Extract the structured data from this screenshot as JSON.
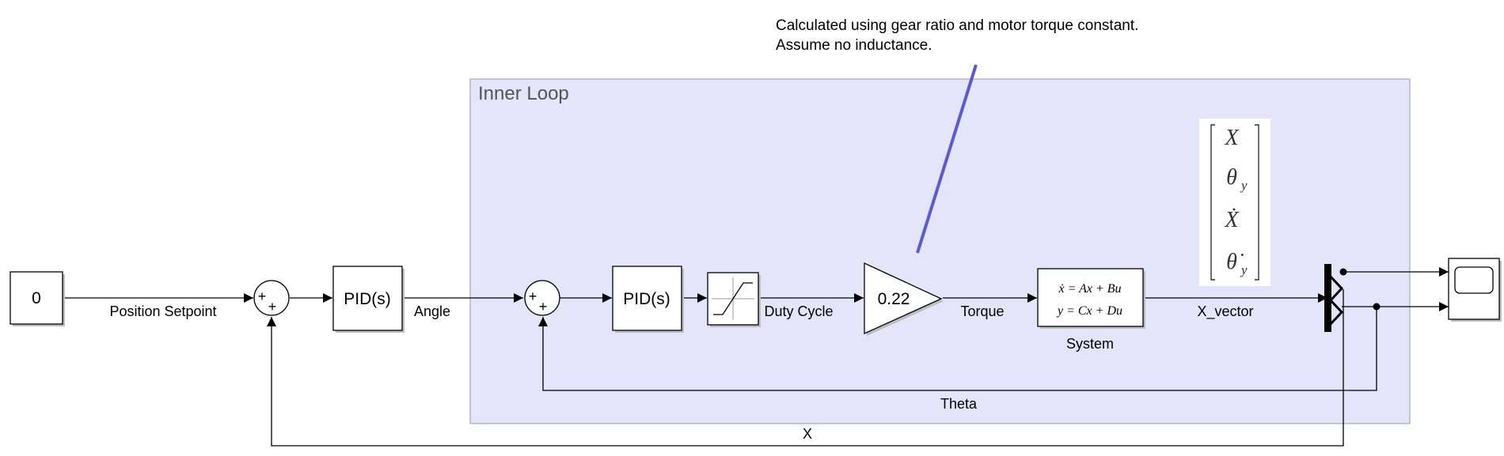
{
  "annotation": {
    "line1": "Calculated using gear ratio and motor torque constant.",
    "line2": "Assume no inductance."
  },
  "area": {
    "title": "Inner Loop",
    "fill": "#e4e4fb",
    "border": "#9a9aaa"
  },
  "colors": {
    "annotation_line": "#5a5ad2"
  },
  "blocks": {
    "constant": "0",
    "pid_outer": "PID(s)",
    "pid_inner": "PID(s)",
    "gain": "0.22",
    "system_eq1": "ẋ = Ax + Bu",
    "system_eq2": "y = Cx + Du",
    "system_name": "System",
    "sum_outer_signs": [
      "+",
      "+"
    ],
    "sum_inner_signs": [
      "+",
      "+"
    ],
    "saturation_icon": "saturation-icon",
    "scope_icon": "scope-icon",
    "demux_icon": "demux-icon"
  },
  "vector": {
    "rows": [
      {
        "base": "X",
        "sub": ""
      },
      {
        "base": "θ",
        "sub": "y"
      },
      {
        "base": "Ẋ",
        "sub": ""
      },
      {
        "base": "θ̇",
        "sub": "y"
      }
    ]
  },
  "signals": {
    "position_setpoint": "Position Setpoint",
    "angle": "Angle",
    "duty_cycle": "Duty Cycle",
    "torque": "Torque",
    "x_vector": "X_vector",
    "theta": "Theta",
    "x": "X"
  }
}
